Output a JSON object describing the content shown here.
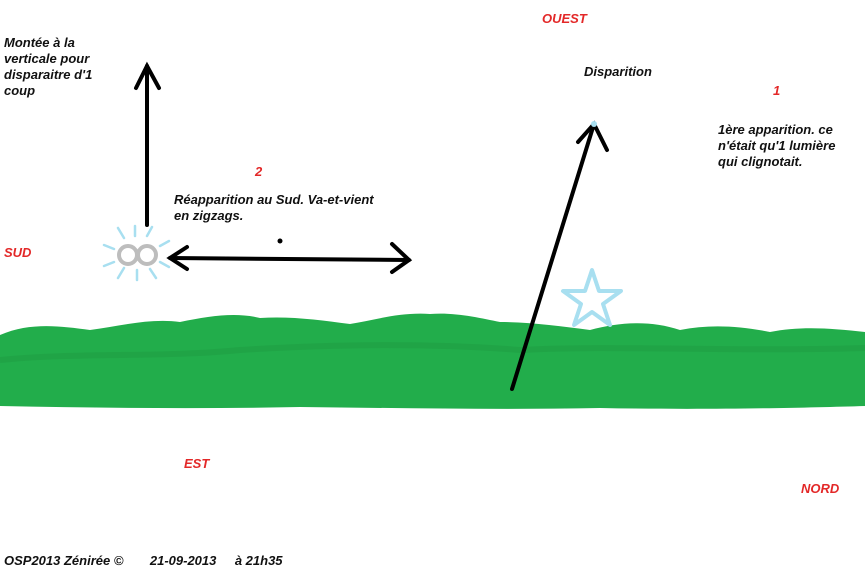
{
  "labels": {
    "ouest": "OUEST",
    "sud": "SUD",
    "est": "EST",
    "nord": "NORD"
  },
  "annotations": {
    "step1_number": "1",
    "step1_text": [
      "1ère apparition. ce",
      "n'était qu'1 lumière",
      "qui clignotait."
    ],
    "step2_number": "2",
    "step2_text": [
      "Réapparition au Sud. Va-et-vient",
      "en zigzags."
    ],
    "disappearance": "Disparition",
    "vertical_text": [
      "Montée à la",
      "verticale pour",
      "disparaitre d'1",
      "coup"
    ]
  },
  "footer": {
    "author": "OSP2013 Zénirée ©",
    "date": "21-09-2013",
    "time": "à 21h35"
  },
  "colors": {
    "vegetation": "#22ad4b",
    "compass_labels": "#e32828",
    "light_glow": "#a8dff0",
    "light_ring": "#bdbdbd",
    "arrows": "#000000"
  },
  "icons": [
    "star-light-icon",
    "double-light-icon"
  ]
}
